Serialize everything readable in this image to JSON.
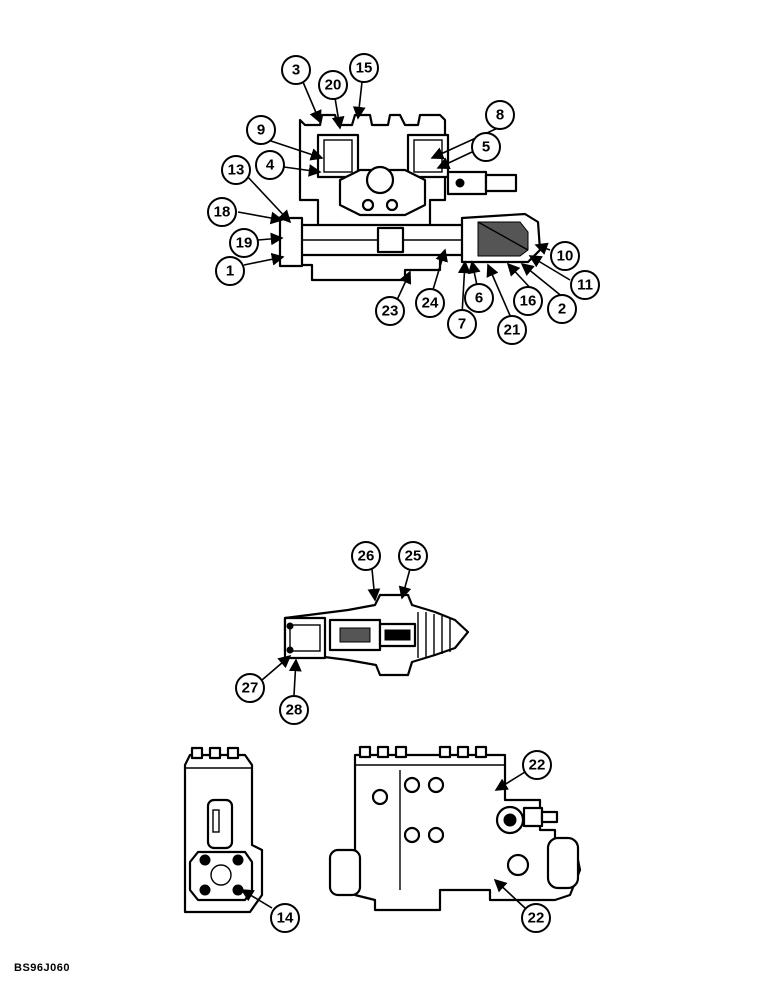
{
  "figure_code": "BS96J060",
  "callouts_top": [
    "1",
    "2",
    "3",
    "4",
    "5",
    "6",
    "7",
    "8",
    "9",
    "10",
    "11",
    "13",
    "15",
    "16",
    "18",
    "19",
    "20",
    "21",
    "23",
    "24"
  ],
  "callouts_middle": [
    "25",
    "26",
    "27",
    "28"
  ],
  "callouts_bottom": [
    "14",
    "22",
    "22"
  ]
}
